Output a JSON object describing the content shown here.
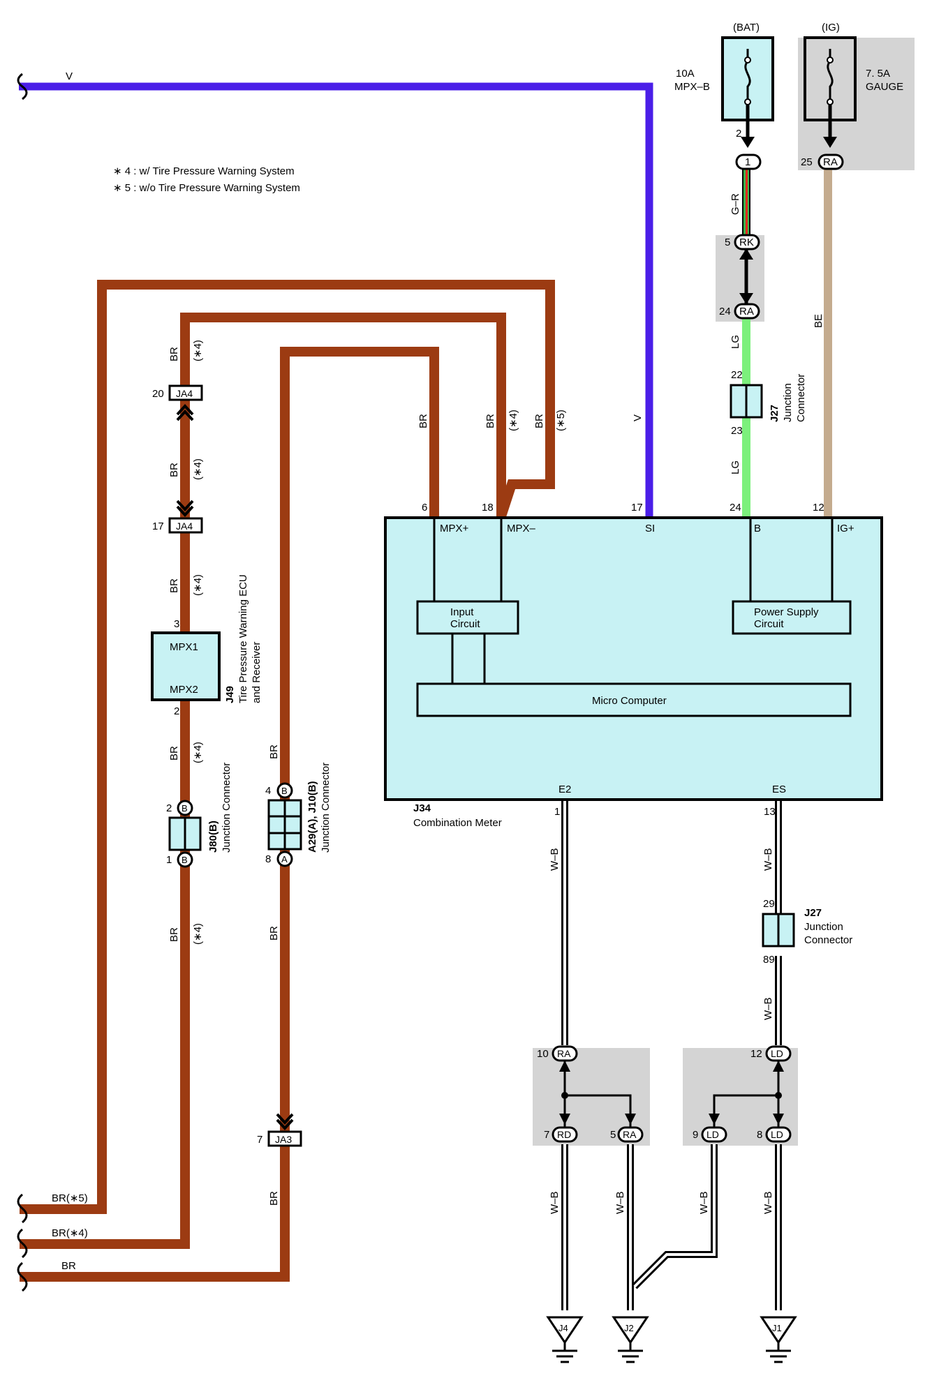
{
  "notes": [
    "∗ 4 : w/ Tire Pressure Warning System",
    "∗ 5 : w/o Tire Pressure Warning System"
  ],
  "colors": {
    "br": "#9c3b12",
    "v": "#4a1ee8",
    "lg": "#7cf07c",
    "be": "#c4ab8e",
    "gr_green": "#3cb44b",
    "gr_red": "#e8291f",
    "wb": "#ffffff",
    "box_fill": "#c8f2f4",
    "shade": "#d4d4d4"
  },
  "fuses": {
    "bat": {
      "supply": "(BAT)",
      "rating": "10A",
      "name": "MPX–B",
      "pin": "2"
    },
    "ig": {
      "supply": "(IG)",
      "rating": "7. 5A",
      "name": "GAUGE",
      "pin": "25"
    }
  },
  "connectors": {
    "c1": "1",
    "rk": {
      "label": "RK",
      "pin": "5"
    },
    "ra_top": {
      "label": "RA",
      "pin": "24"
    },
    "ra_ig": {
      "label": "RA"
    },
    "j27_top": {
      "pin_in": "22",
      "pin_out": "23",
      "name": "J27",
      "desc1": "Junction",
      "desc2": "Connector"
    },
    "j27_bot": {
      "pin_in": "29",
      "pin_out": "89",
      "name": "J27",
      "desc1": "Junction",
      "desc2": "Connector"
    },
    "ja4_top": {
      "label": "JA4",
      "pin": "20"
    },
    "ja4_bot": {
      "label": "JA4",
      "pin": "17"
    },
    "ja3": {
      "label": "JA3",
      "pin": "7"
    },
    "j49": {
      "top": "MPX1",
      "bottom": "MPX2",
      "pin_top": "3",
      "pin_bottom": "2",
      "name": "J49",
      "desc1": "Tire Pressure Warning ECU",
      "desc2": "and Receiver"
    },
    "j80": {
      "top": "B",
      "bottom": "B",
      "pin_top": "2",
      "pin_bottom": "1",
      "name": "J80(B)",
      "desc": "Junction Connector"
    },
    "a29": {
      "top": "B",
      "bottom": "A",
      "pin_top": "4",
      "pin_bottom": "8",
      "name": "A29(A), J10(B)",
      "desc": "Junction Connector"
    },
    "ra_low": {
      "label": "RA",
      "pin": "10"
    },
    "rd": {
      "label": "RD",
      "pin": "7"
    },
    "ra_b": {
      "label": "RA",
      "pin": "5"
    },
    "ld_top": {
      "label": "LD",
      "pin": "12"
    },
    "ld_left": {
      "label": "LD",
      "pin": "9"
    },
    "ld_right": {
      "label": "LD",
      "pin": "8"
    }
  },
  "meter": {
    "name": "J34",
    "desc": "Combination Meter",
    "pins": {
      "mpx_plus": {
        "num": "6",
        "name": "MPX+"
      },
      "mpx_minus": {
        "num": "18",
        "name": "MPX–"
      },
      "si": {
        "num": "17",
        "name": "SI"
      },
      "b": {
        "num": "24",
        "name": "B"
      },
      "ig": {
        "num": "12",
        "name": "IG+"
      },
      "e2": {
        "num": "1",
        "name": "E2"
      },
      "es": {
        "num": "13",
        "name": "ES"
      }
    },
    "input_circuit": [
      "Input",
      "Circuit"
    ],
    "power_supply": [
      "Power Supply",
      "Circuit"
    ],
    "micro": "Micro Computer"
  },
  "wires": {
    "v": "V",
    "gr": "G–R",
    "lg": "LG",
    "be": "BE",
    "br": "BR",
    "star4": "(∗4)",
    "star5": "(∗5)",
    "wb": "W–B",
    "br5": "BR(∗5)",
    "br4": "BR(∗4)"
  },
  "grounds": {
    "j4": "J4",
    "j2": "J2",
    "j1": "J1"
  }
}
